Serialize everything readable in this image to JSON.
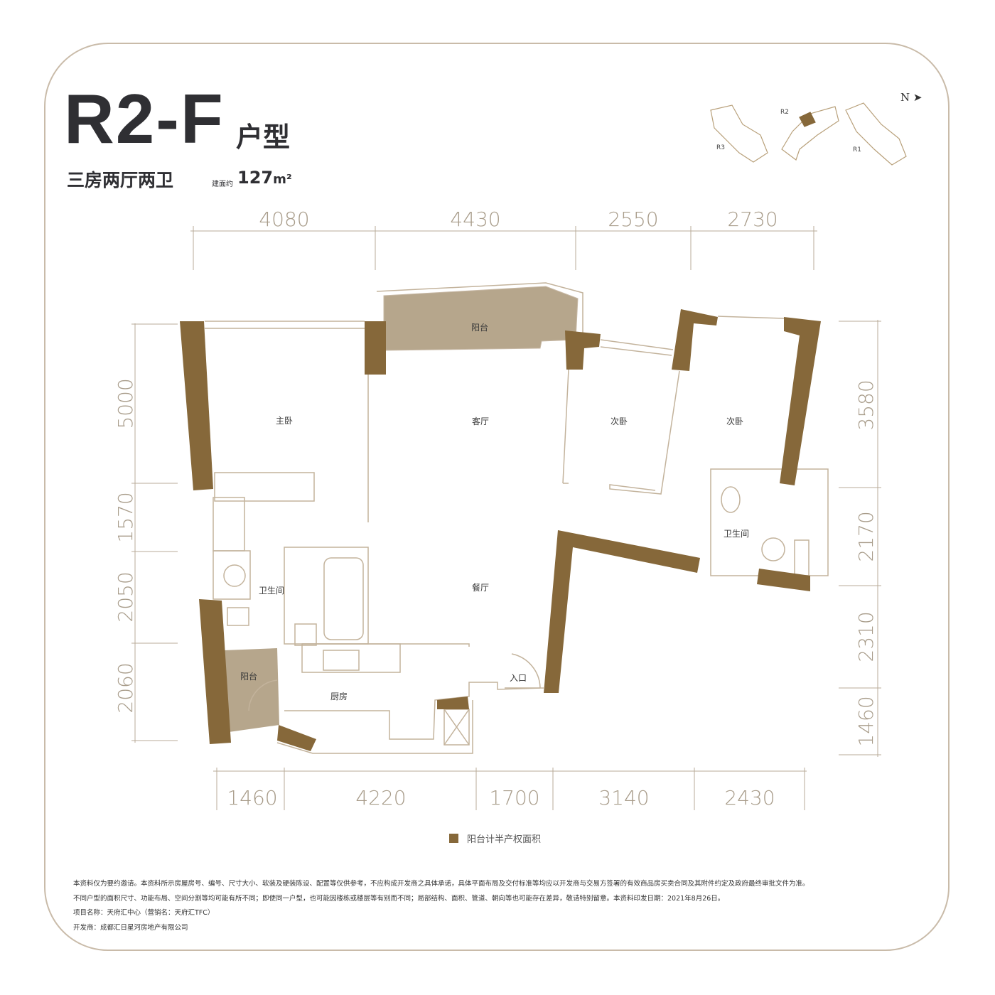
{
  "header": {
    "unit_code": "R2-F",
    "unit_suffix": "户型",
    "layout": "三房两厅两卫",
    "area_label": "建面约",
    "area_value": "127",
    "area_unit": "m²"
  },
  "keyplan": {
    "compass": "N",
    "buildings": [
      "R3",
      "R2",
      "R1"
    ],
    "highlight": "R2"
  },
  "dimensions": {
    "top": [
      "4080",
      "4430",
      "2550",
      "2730"
    ],
    "bottom": [
      "1460",
      "4220",
      "1700",
      "3140",
      "2430"
    ],
    "left": [
      "5000",
      "1570",
      "2050",
      "2060"
    ],
    "right": [
      "3580",
      "2170",
      "2310",
      "1460"
    ]
  },
  "rooms": {
    "balcony_top": "阳台",
    "master_bedroom": "主卧",
    "living_room": "客厅",
    "bedroom_2": "次卧",
    "bedroom_3": "次卧",
    "bathroom_right": "卫生间",
    "bathroom_left": "卫生间",
    "dining_room": "餐厅",
    "entrance": "入口",
    "balcony_left": "阳台",
    "kitchen": "厨房"
  },
  "legend": {
    "label": "阳台计半产权面积"
  },
  "colors": {
    "wall": "#86683a",
    "balcony": "#b6a68c",
    "frame": "#c9bba9"
  },
  "notes": [
    "本资料仅为要约邀请。本资料所示房屋房号、编号、尺寸大小、软装及硬装陈设、配置等仅供参考，不应构成开发商之具体承诺，具体平面布局及交付标准等均应以开发商与交易方签署的有效商品房买卖合同及其附件约定及政府最终审批文件为准。",
    "不同户型的面积尺寸、功能布局、空间分割等均可能有所不同；即使同一户型，也可能因楼栋或楼层等有别而不同；局部结构、面积、管道、朝向等也可能存在差异，敬请特别留意。本资料印发日期：2021年8月26日。",
    "项目名称：天府汇中心（营销名：天府汇TFC）",
    "开发商：成都汇日星河房地产有限公司"
  ]
}
